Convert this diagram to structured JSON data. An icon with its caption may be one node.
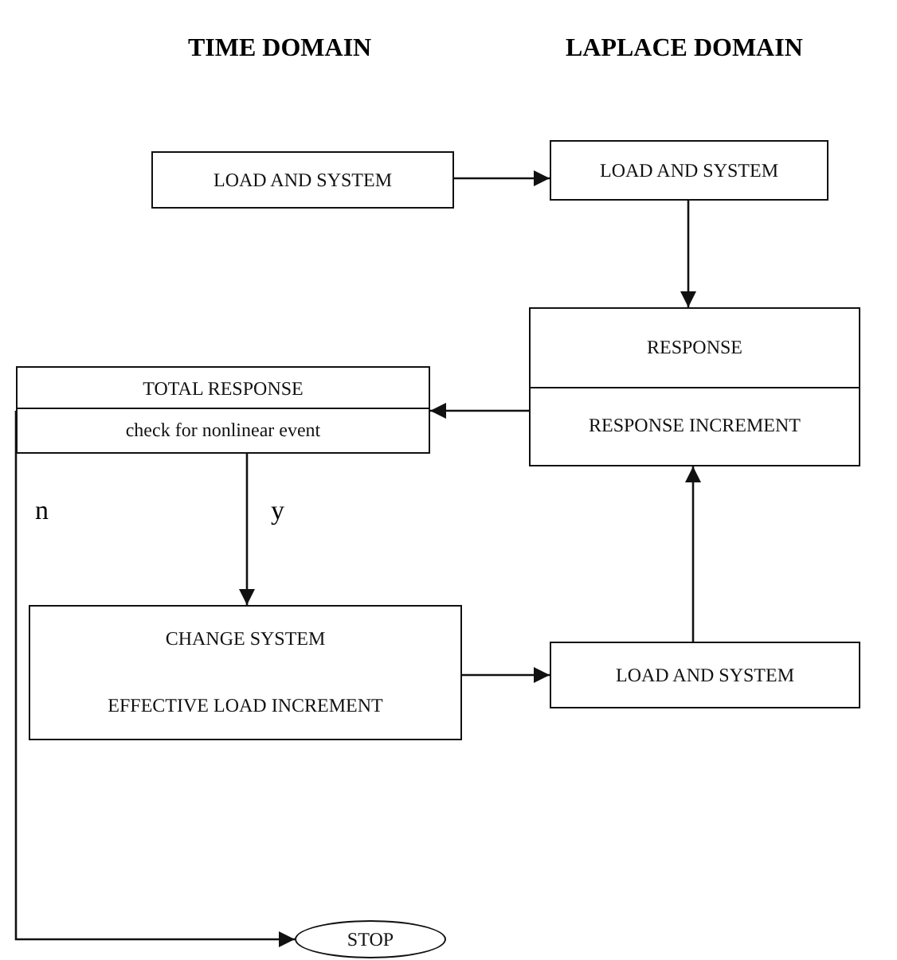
{
  "diagram": {
    "nodes": [
      {
        "text": [
          "LOAD AND SYSTEM"
        ]
      },
      {
        "text": [
          "LOAD AND SYSTEM"
        ]
      },
      {
        "text": [
          "RESPONSE",
          "RESPONSE INCREMENT"
        ]
      },
      {
        "text": [
          "TOTAL RESPONSE",
          "check for nonlinear event"
        ]
      },
      {
        "text": [
          "CHANGE SYSTEM",
          "EFFECTIVE LOAD INCREMENT"
        ]
      },
      {
        "text": [
          "LOAD AND SYSTEM"
        ]
      },
      {
        "text": [
          "STOP"
        ]
      }
    ],
    "edges": [
      {
        "from": 0,
        "to": 1,
        "arrow": "to"
      },
      {
        "from": 1,
        "to": 2,
        "arrow": "to"
      },
      {
        "from": 2,
        "to": 3,
        "arrow": "to"
      },
      {
        "from": 3,
        "to": 4,
        "arrow": "to",
        "label": "y"
      },
      {
        "from": 4,
        "to": 5,
        "arrow": "to"
      },
      {
        "from": 5,
        "to": 2,
        "arrow": "to"
      },
      {
        "from": 3,
        "to": 6,
        "arrow": "to",
        "label": "n"
      }
    ],
    "labels": [
      "TIME DOMAIN",
      "LAPLACE DOMAIN"
    ]
  }
}
